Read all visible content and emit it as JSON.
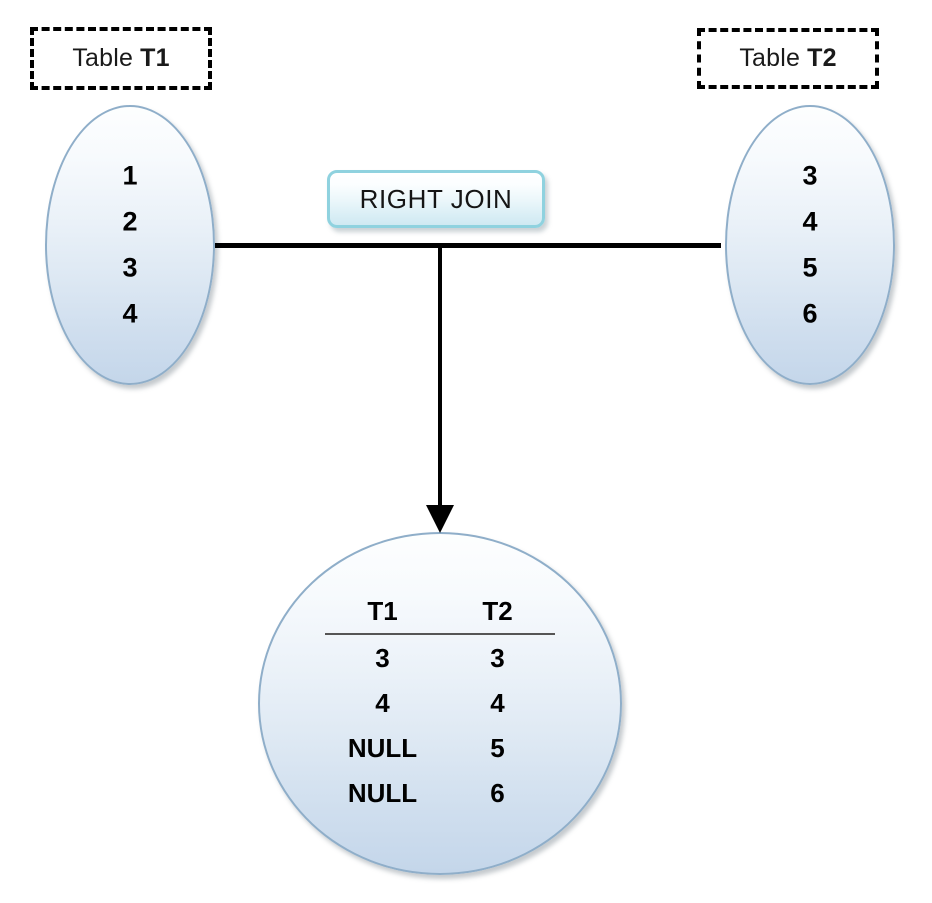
{
  "diagram": {
    "title": "RIGHT JOIN",
    "colors": {
      "shape_border": "#8FAEC9",
      "shape_fill_top": "#fdfefe",
      "shape_fill_bottom": "#c4d6ea",
      "button_border": "#8FD2DF",
      "connector": "#000000",
      "text": "#000000"
    }
  },
  "left_table": {
    "label_prefix": "Table",
    "label_name": "T1",
    "values": [
      "1",
      "2",
      "3",
      "4"
    ]
  },
  "right_table": {
    "label_prefix": "Table",
    "label_name": "T2",
    "values": [
      "3",
      "4",
      "5",
      "6"
    ]
  },
  "operation": {
    "label": "RIGHT JOIN"
  },
  "result": {
    "headers": [
      "T1",
      "T2"
    ],
    "rows": [
      [
        "3",
        "3"
      ],
      [
        "4",
        "4"
      ],
      [
        "NULL",
        "5"
      ],
      [
        "NULL",
        "6"
      ]
    ]
  }
}
